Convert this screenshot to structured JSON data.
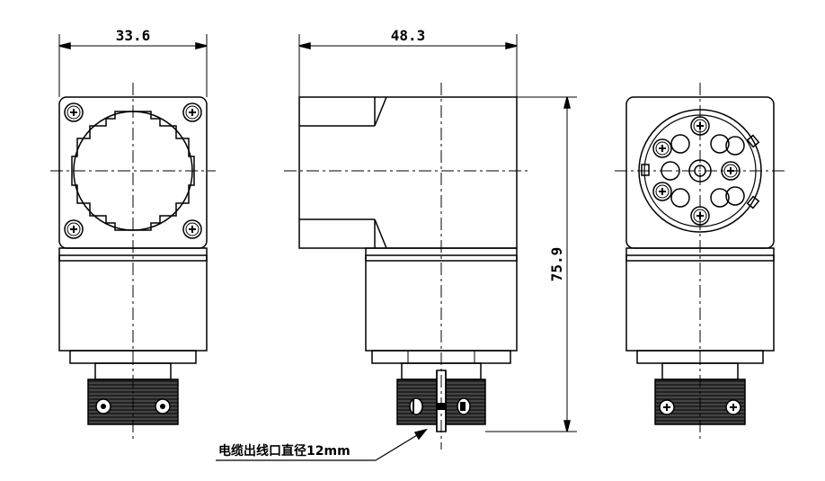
{
  "dimensions": {
    "front_width": "33.6",
    "side_width": "48.3",
    "height": "75.9"
  },
  "note": "电缆出线口直径12mm",
  "views": [
    "front-view",
    "side-view",
    "rear-view"
  ]
}
